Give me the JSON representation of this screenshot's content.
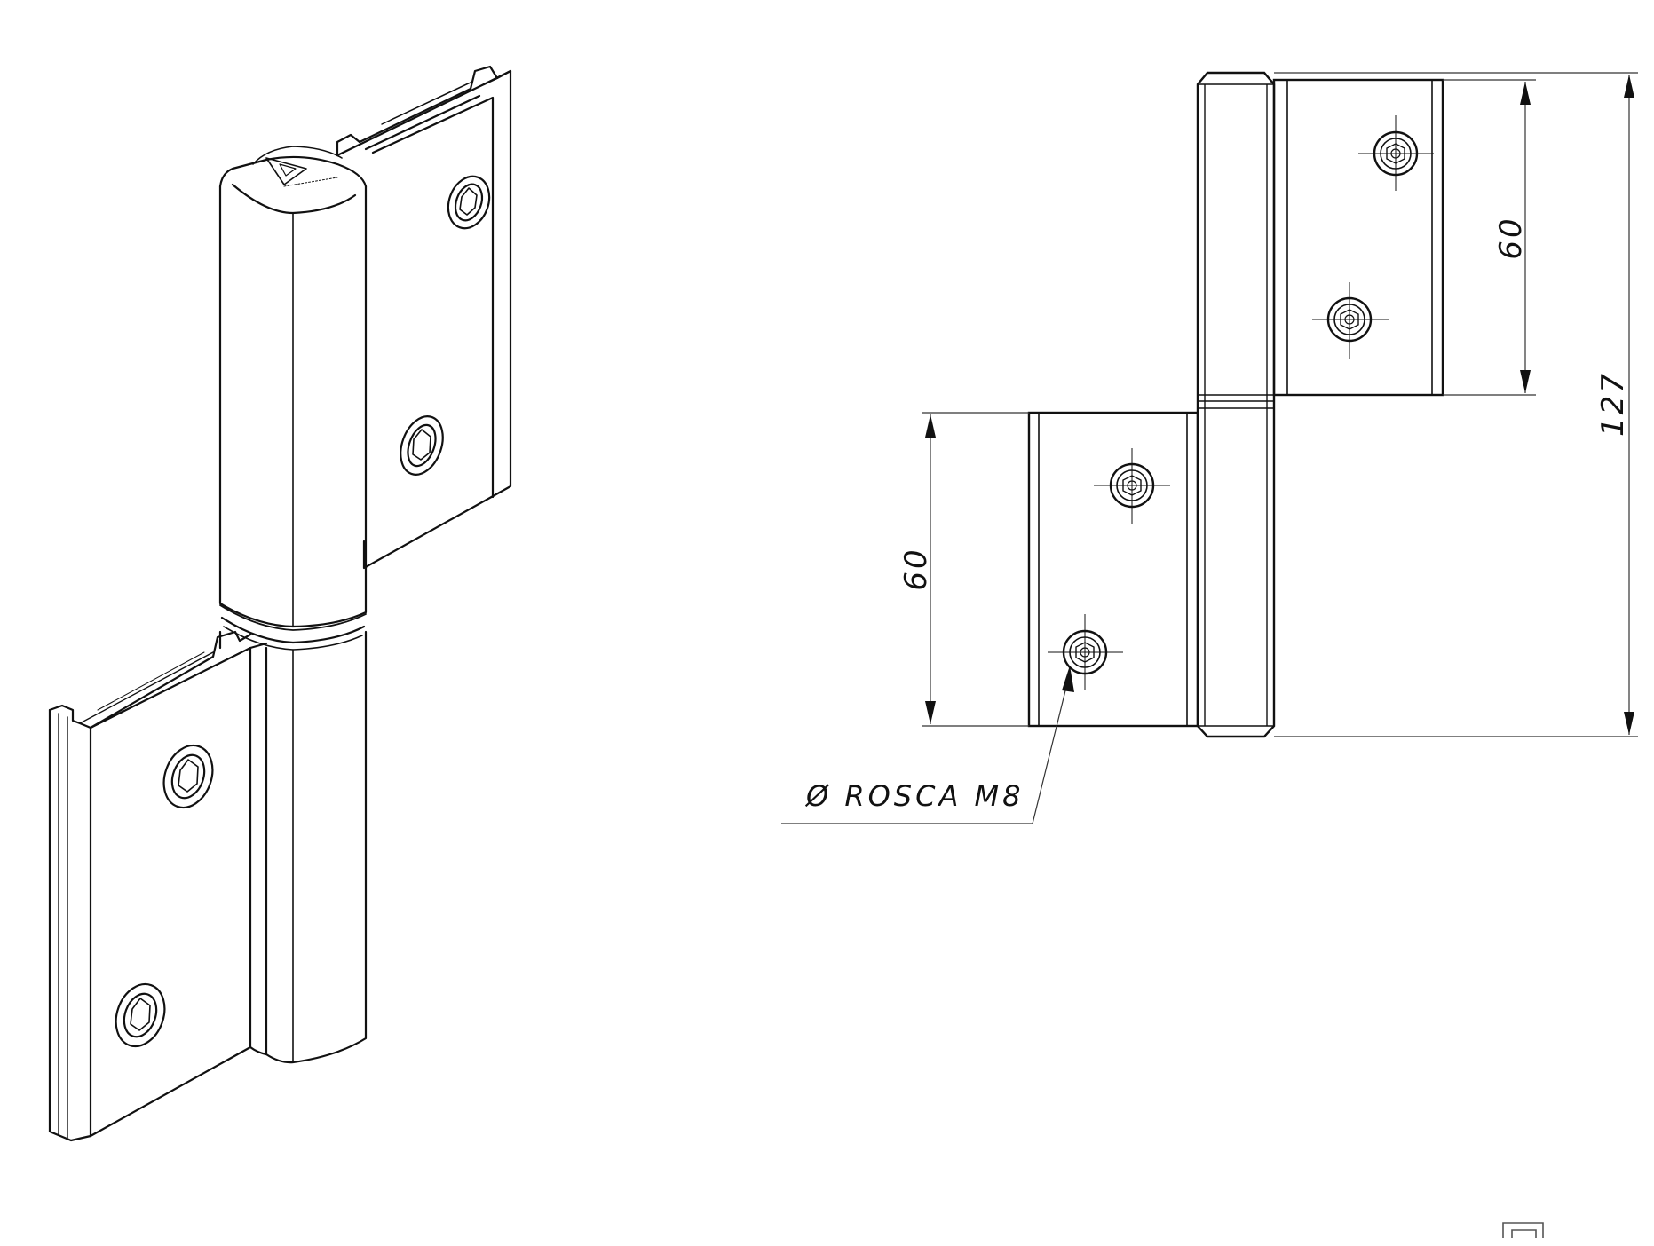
{
  "drawing": {
    "dimensions": {
      "upper_leaf_height": "60",
      "lower_leaf_height": "60",
      "overall_height": "127"
    },
    "callout": "Ø ROSCA M8",
    "colors": {
      "line": "#111111",
      "thin_line": "#333333",
      "background": "#ffffff"
    }
  }
}
